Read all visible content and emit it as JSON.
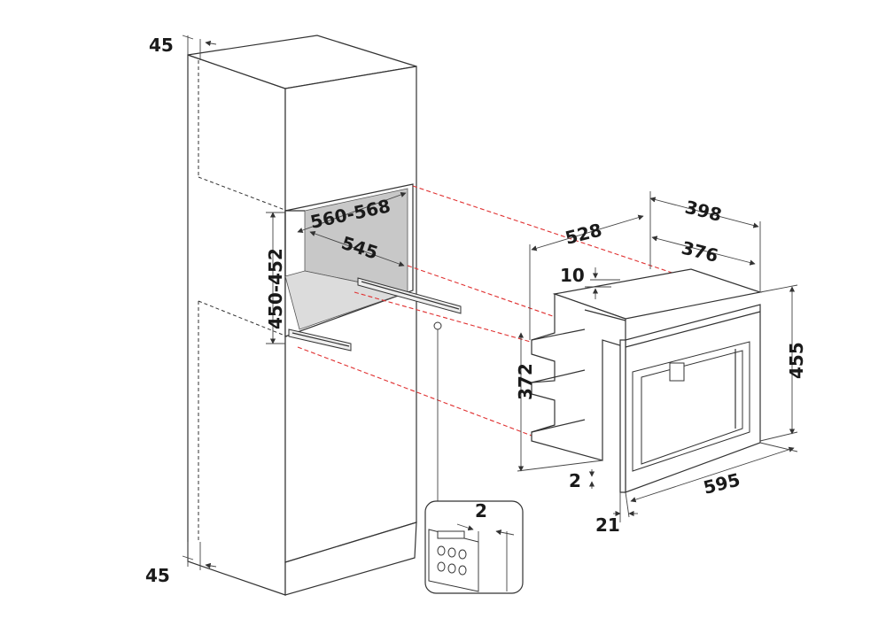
{
  "dimensions": {
    "cabinet_top_gap": "45",
    "cabinet_bottom_gap": "45",
    "niche_height": "450-452",
    "niche_width": "560-568",
    "niche_depth": "545",
    "appliance_depth_total": "528",
    "appliance_width_outer": "398",
    "appliance_width_inner": "376",
    "top_offset": "10",
    "body_height": "372",
    "front_height": "455",
    "front_width": "595",
    "gap_bottom": "2",
    "front_thickness": "21",
    "detail_gap": "2"
  },
  "colors": {
    "line": "#333333",
    "guide": "#e03030",
    "niche_back": "#c8c8c8",
    "niche_floor": "#dcdcdc"
  }
}
